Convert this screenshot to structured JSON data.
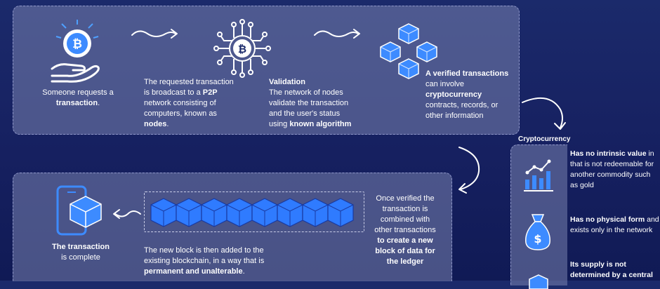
{
  "top": {
    "step1": {
      "line1": "Someone requests a",
      "bold": "transaction",
      "end": "."
    },
    "step2": {
      "l1": "The requested transaction",
      "l2a": "is broadcast to a ",
      "l2b": "P2P",
      "l3": "network consisting of",
      "l4": "computers, known as",
      "l5": "nodes",
      "l5end": "."
    },
    "step3": {
      "title": "Validation",
      "l1": "The network of nodes",
      "l2": "validate the transaction",
      "l3": "and the user's status",
      "l4a": "using ",
      "l4b": "known algorithm"
    },
    "step4": {
      "l1": "A verified transactions",
      "l2": "can involve",
      "l3": "cryptocurrency",
      "l4": "contracts, records, or",
      "l5": "other information"
    }
  },
  "bottom": {
    "complete": {
      "bold": "The transaction",
      "l2": "is complete"
    },
    "added": {
      "l1": "The new block is then added to the",
      "l2": "existing blockchain, in a way that is",
      "l3a": "permanent and  unalterable",
      "l3b": "."
    },
    "combined": {
      "l1": "Once verified the",
      "l2": "transaction is",
      "l3": "combined with",
      "l4": "other transactions",
      "l5": "to create a new",
      "l6": "block of data for",
      "l7": "the ledger"
    }
  },
  "side": {
    "heading": "Cryptocurrency",
    "item1": {
      "bold": "Has no intrinsic value",
      "r1": " in",
      "l2": "that is not redeemable for",
      "l3": "another commodity such",
      "l4": "as gold"
    },
    "item2": {
      "bold": "Has no physical form",
      "r1": " and",
      "l2": "exists only in the network"
    },
    "item3": {
      "l1": "Its supply is not",
      "l2": "determined by a central"
    }
  },
  "colors": {
    "bg": "#162060",
    "panel": "#7a82af",
    "cube": "#2f7bff",
    "icon": "#3d8bff"
  }
}
